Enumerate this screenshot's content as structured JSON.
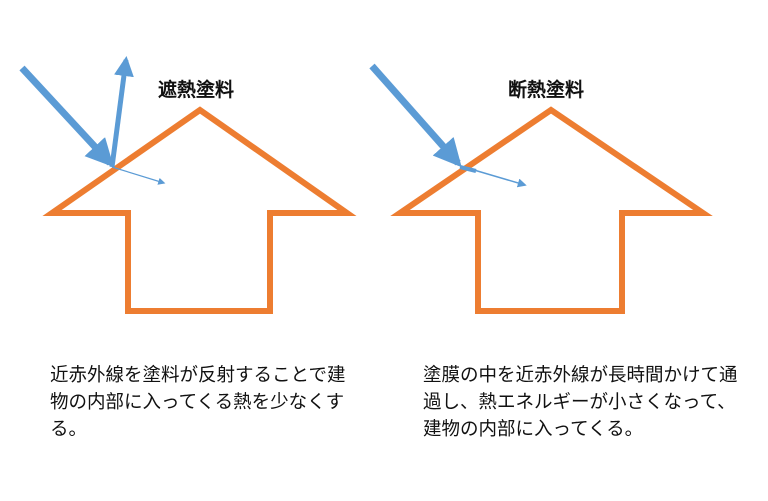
{
  "left_panel": {
    "title": "遮熱塗料",
    "description": "近赤外線を塗料が反射することで建物の内部に入ってくる熱を少なくする。"
  },
  "right_panel": {
    "title": "断熱塗料",
    "description": "塗膜の中を近赤外線が長時間かけて通過し、熱エネルギーが小さくなって、建物の内部に入ってくる。"
  },
  "colors": {
    "house_outline": "#ED7D31",
    "ray": "#5B9BD5"
  }
}
